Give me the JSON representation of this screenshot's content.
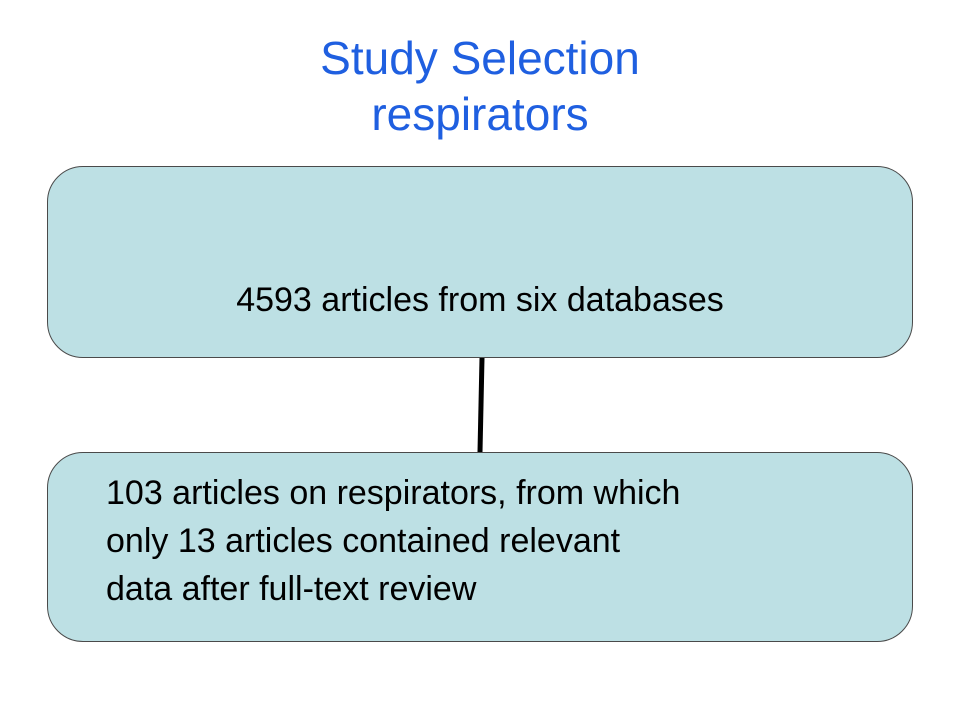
{
  "title": {
    "line1": "Study Selection",
    "line2": "respirators"
  },
  "flow": {
    "boxes": [
      {
        "text": "4593 articles from six databases"
      },
      {
        "lines": [
          "103 articles on respirators, from which",
          "only 13 articles contained relevant",
          "data after full-text review"
        ]
      }
    ]
  },
  "colors": {
    "title": "#1f5fe0",
    "box_fill": "#bde0e4",
    "box_border": "#4a4a4a",
    "connector": "#000000"
  }
}
